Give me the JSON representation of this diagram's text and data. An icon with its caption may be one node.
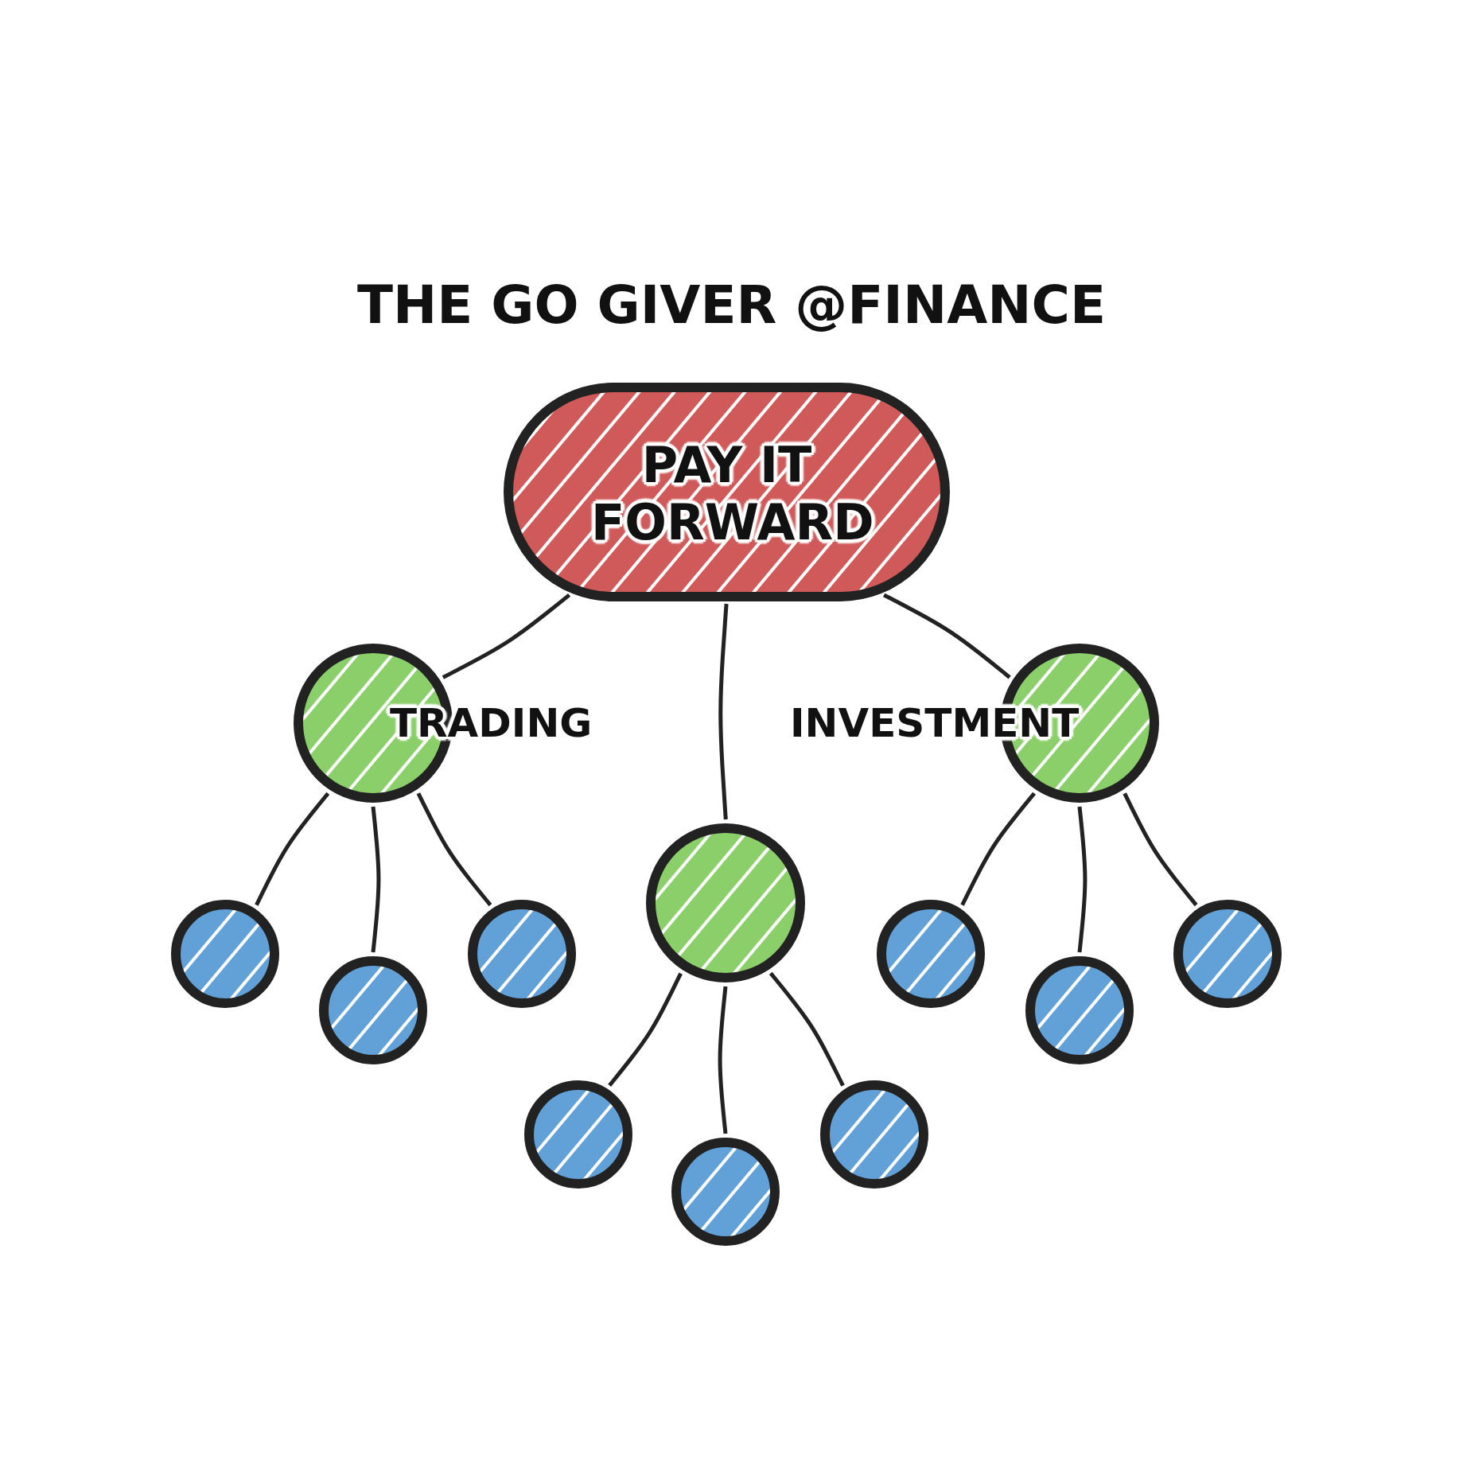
{
  "diagram": {
    "title": "THE GO GIVER @FINANCE",
    "nodes": [
      {
        "text": [
          "PAY IT FORWARD"
        ]
      },
      {
        "text": [
          "TRADING"
        ]
      },
      {
        "text": [
          "INVESTMENT"
        ]
      },
      {
        "text": [],
        "shape": "circle"
      },
      {
        "text": [],
        "shape": "circle"
      },
      {
        "text": [],
        "shape": "circle"
      },
      {
        "text": [],
        "shape": "circle"
      },
      {
        "text": [],
        "shape": "circle"
      },
      {
        "text": [],
        "shape": "circle"
      },
      {
        "text": [],
        "shape": "circle"
      },
      {
        "text": [],
        "shape": "circle"
      },
      {
        "text": [],
        "shape": "circle"
      },
      {
        "text": [],
        "shape": "circle"
      }
    ],
    "edges": [
      {
        "from": 0,
        "to": 1,
        "arrow": "none"
      },
      {
        "from": 0,
        "to": 7,
        "arrow": "none"
      },
      {
        "from": 0,
        "to": 2,
        "arrow": "none"
      },
      {
        "from": 1,
        "to": 3,
        "arrow": "none"
      },
      {
        "from": 1,
        "to": 4,
        "arrow": "none"
      },
      {
        "from": 1,
        "to": 5,
        "arrow": "none"
      },
      {
        "from": 7,
        "to": 6,
        "arrow": "none"
      },
      {
        "from": 7,
        "to": 8,
        "arrow": "none"
      },
      {
        "from": 7,
        "to": 9,
        "arrow": "none"
      },
      {
        "from": 2,
        "to": 10,
        "arrow": "none"
      },
      {
        "from": 2,
        "to": 11,
        "arrow": "none"
      },
      {
        "from": 2,
        "to": 12,
        "arrow": "none"
      }
    ]
  }
}
